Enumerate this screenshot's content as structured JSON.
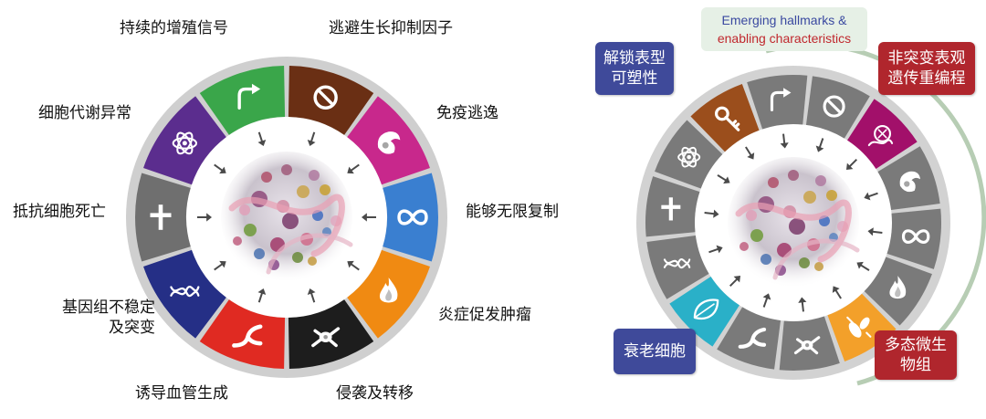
{
  "left_wheel": {
    "labels": {
      "proliferative": "持续的增殖信号",
      "growth_suppressors": "逃避生长抑制因子",
      "immune": "免疫逃逸",
      "replicative": "能够无限复制",
      "inflammation": "炎症促发肿瘤",
      "invasion": "侵袭及转移",
      "angiogenesis": "诱导血管生成",
      "genome_line1": "基因组不稳定",
      "genome_line2": "及突变",
      "cell_death": "抵抗细胞死亡",
      "metabolism": "细胞代谢异常"
    }
  },
  "right_wheel": {
    "emerging": {
      "line1": "Emerging hallmarks &",
      "line2": "enabling characteristics"
    },
    "boxes": {
      "plasticity_line1": "解锁表型",
      "plasticity_line2": "可塑性",
      "epigenetic_line1": "非突变表观",
      "epigenetic_line2": "遗传重编程",
      "senescence": "衰老细胞",
      "microbiome_line1": "多态微生",
      "microbiome_line2": "物组"
    }
  },
  "colors": {
    "green": "#3aa64a",
    "brown": "#6a2f14",
    "magenta": "#c8288c",
    "lightblue": "#3a7fd0",
    "orange": "#f08a12",
    "black": "#1d1d1d",
    "red": "#e02a22",
    "navy": "#252f86",
    "gray": "#6f6f6f",
    "purple": "#5b2d8e",
    "plasticity": "#9b4e1c",
    "epigenetic": "#a2106a",
    "senescence": "#2ab0c8",
    "microbiome": "#f3a02a",
    "box_blue": "#3f4a9a",
    "box_red": "#b0262d"
  },
  "icons": {
    "left": [
      "arrow-icon",
      "no-entry-icon",
      "immune-cell-icon",
      "infinity-icon",
      "flame-icon",
      "metastasis-cell-icon",
      "vessel-icon",
      "dna-icon",
      "dagger-icon",
      "atom-icon"
    ],
    "right": [
      "key-icon",
      "arrow-icon",
      "no-entry-icon",
      "epigenetic-icon",
      "immune-cell-icon",
      "infinity-icon",
      "flame-icon",
      "microbe-icon",
      "metastasis-cell-icon",
      "vessel-icon",
      "leaf-icon",
      "dna-icon",
      "dagger-icon",
      "atom-icon"
    ]
  }
}
